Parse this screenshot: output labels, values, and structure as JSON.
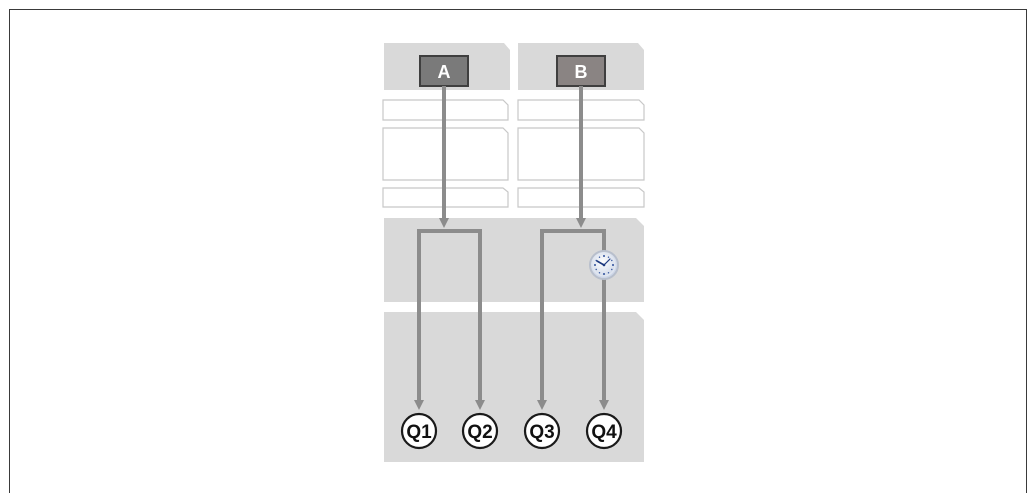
{
  "sources": [
    {
      "id": "A",
      "label": "A"
    },
    {
      "id": "B",
      "label": "B"
    }
  ],
  "queues": [
    {
      "id": "Q1",
      "label": "Q1"
    },
    {
      "id": "Q2",
      "label": "Q2"
    },
    {
      "id": "Q3",
      "label": "Q3"
    },
    {
      "id": "Q4",
      "label": "Q4"
    }
  ],
  "colors": {
    "frame": "#3a3a3a",
    "panel": "#d9d9d9",
    "box_outline": "#c8c8c8",
    "arrow": "#8c8c8c",
    "source_box": "#7a7a7a",
    "queue_circle": "#ffffff"
  },
  "icons": {
    "delay": "clock-icon"
  }
}
